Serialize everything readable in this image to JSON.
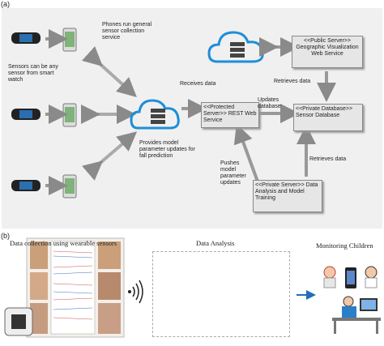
{
  "panel_a": {
    "letter": "(a)",
    "phones_text": "Phones run general sensor collection service",
    "sensors_text": "Sensors can be any sensor from smart watch",
    "public_server": "<<Public Server>> Geographic Visualization Web Service",
    "protected_server": "<<Protected Server>> REST Web Service",
    "private_db": "<<Private Database>> Sensor Database",
    "private_server": "<<Private Server>> Data Analysis and Model Training",
    "receives_data": "Receives data",
    "retrieves_data_top": "Retrieves data",
    "updates_database": "Updates database",
    "provides_updates": "Provides model parameter updates for fall prediction",
    "pushes_updates": "Pushes model parameter updates",
    "retrieves_data_bottom": "Retrieves data"
  },
  "panel_b": {
    "letter": "(b)",
    "data_collection": "Data collection using wearable sensors",
    "data_analysis": "Data Analysis",
    "monitoring": "Monitoring Children"
  },
  "colors": {
    "cloud_blue": "#1e8ed8",
    "arrow_gray": "#9a9a9a",
    "box_fill": "#e6e6e6"
  }
}
